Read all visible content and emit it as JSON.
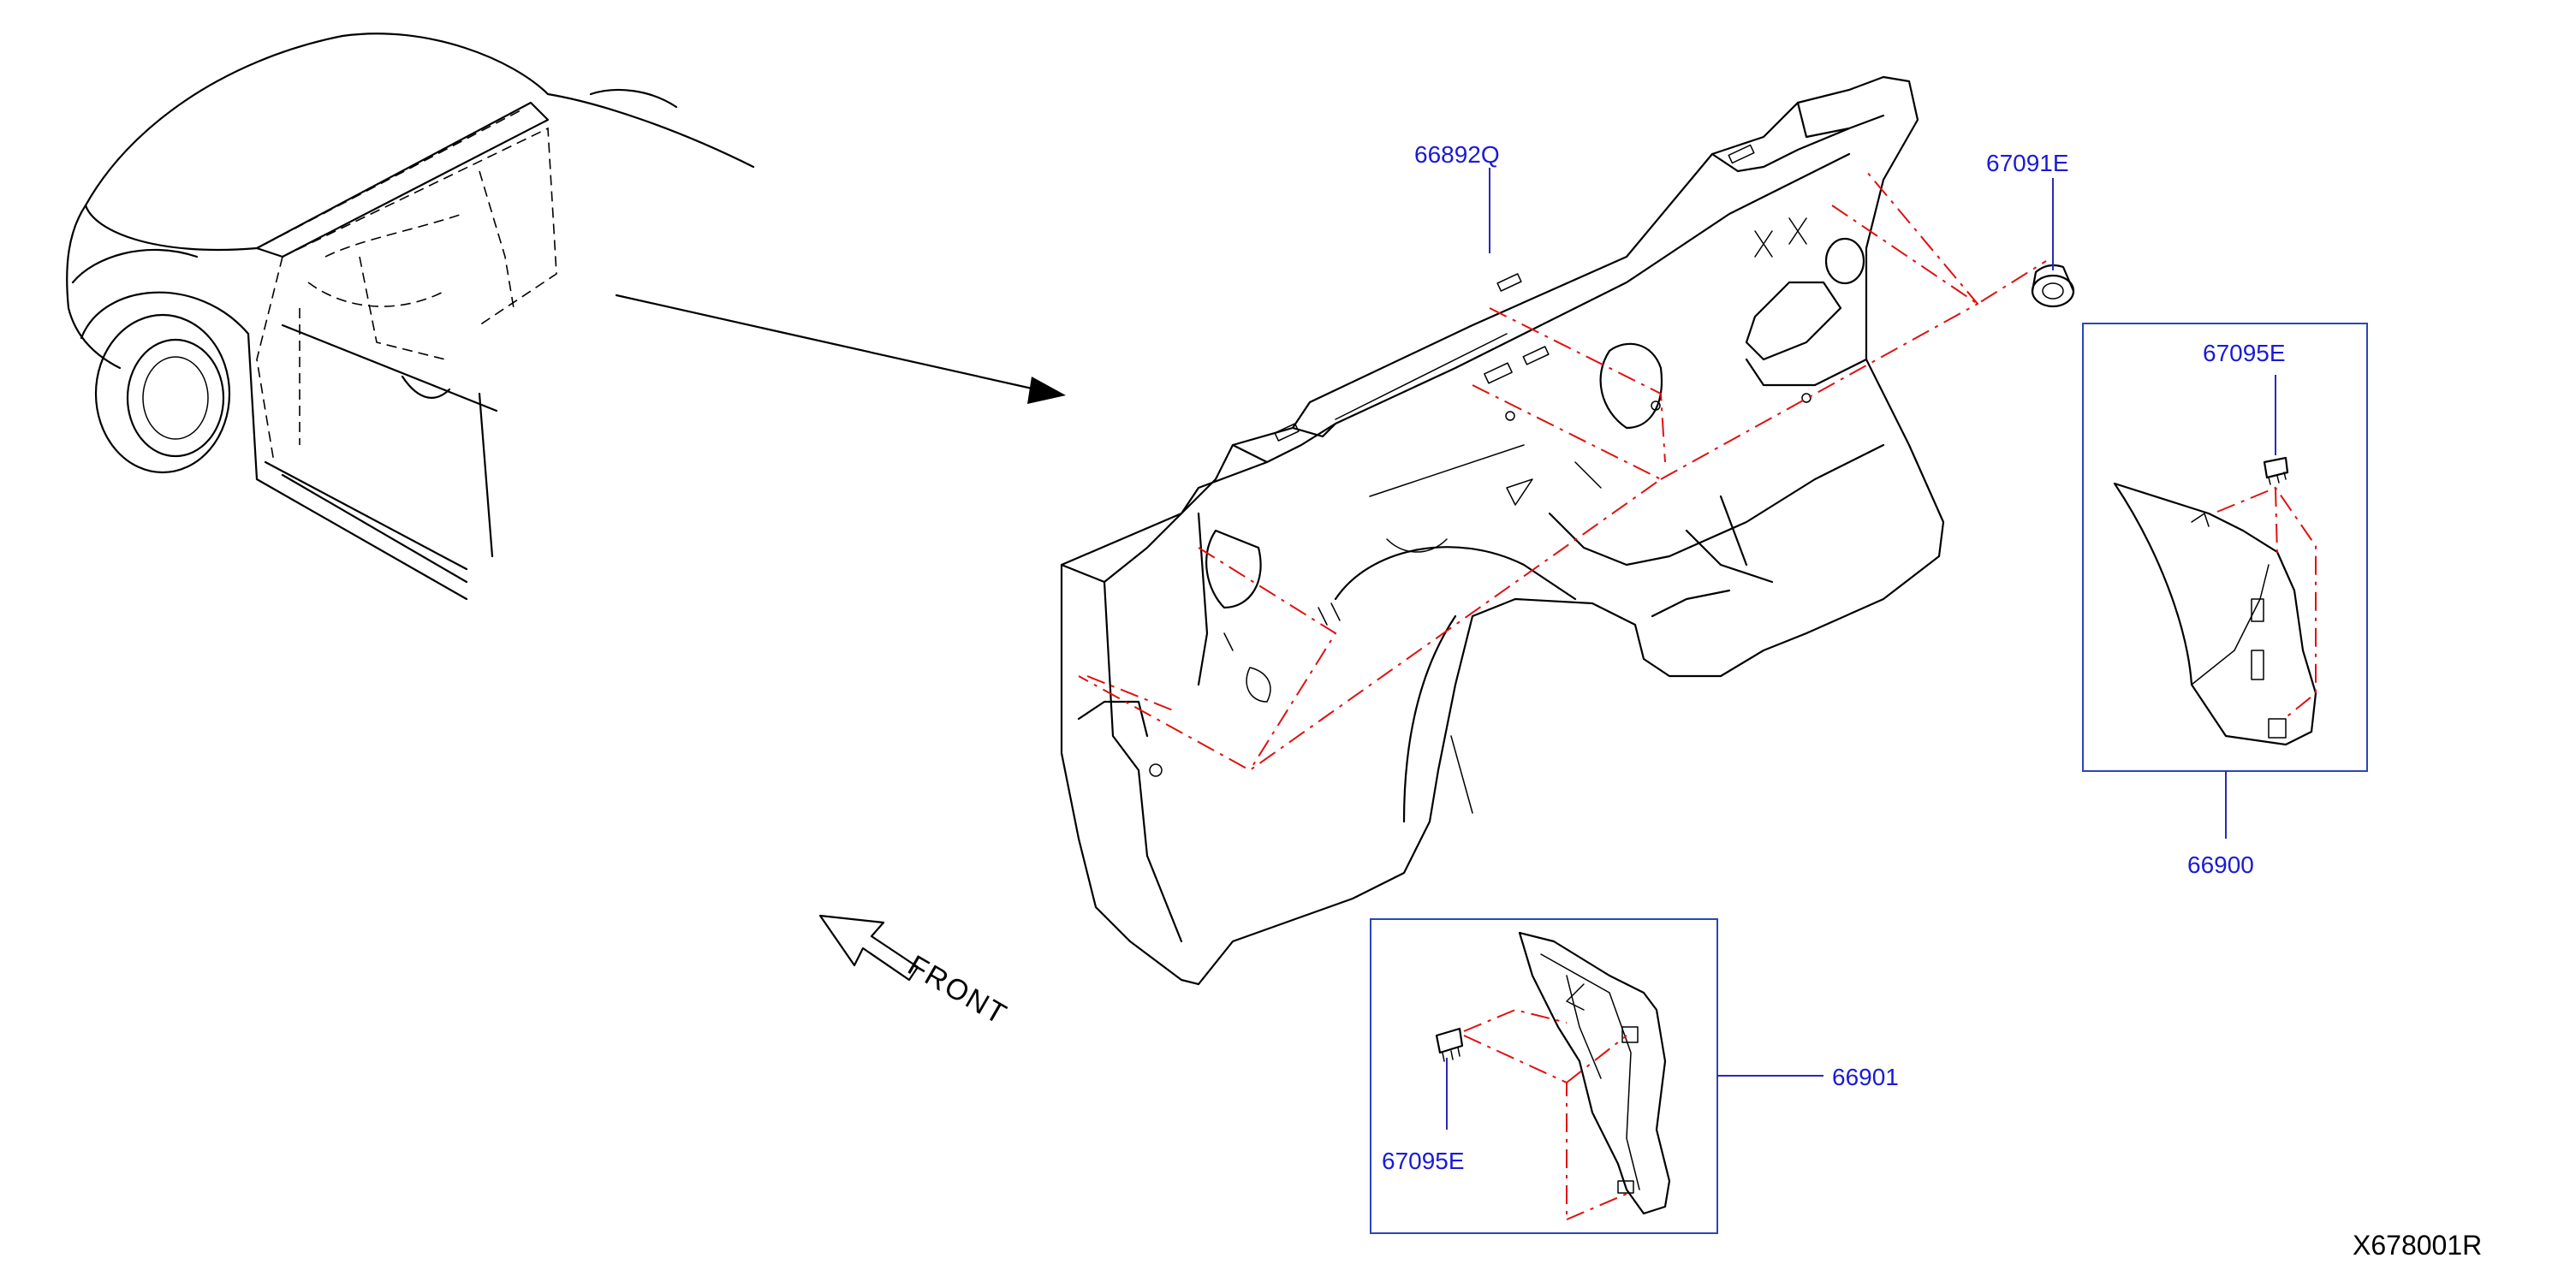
{
  "parts": {
    "insulator_dash": "66892Q",
    "grommet": "67091E",
    "clip_right": "67095E",
    "trim_right": "66900",
    "trim_left": "66901",
    "clip_left": "67095E"
  },
  "direction_label": "FRONT",
  "diagram_ref": "X678001R",
  "colors": {
    "label_blue": "#1a1ad6",
    "frame_blue": "#2a46b8",
    "phantom_red": "#e01010"
  }
}
